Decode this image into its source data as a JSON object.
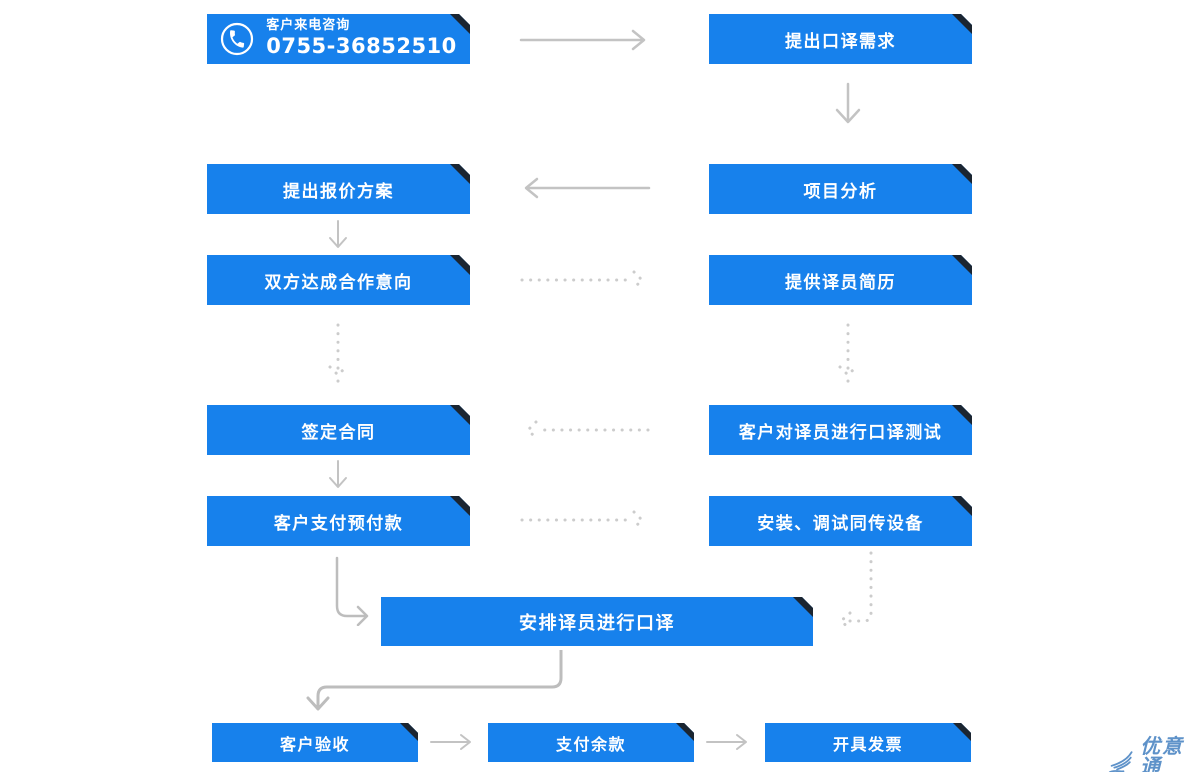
{
  "flow": {
    "contact": {
      "caption": "客户来电咨询",
      "phone": "0755-36852510"
    },
    "nodes": {
      "request": "提出口译需求",
      "quote": "提出报价方案",
      "analysis": "项目分析",
      "intent": "双方达成合作意向",
      "resume": "提供译员简历",
      "contract": "签定合同",
      "test": "客户对译员进行口译测试",
      "prepay": "客户支付预付款",
      "equipment": "安装、调试同传设备",
      "arrange": "安排译员进行口译",
      "acceptance": "客户验收",
      "balance": "支付余款",
      "invoice": "开具发票"
    },
    "logo_text": "优意通",
    "colors": {
      "box_blue": "#1781ec",
      "fold_dark": "#1b2531",
      "arrow_gray": "#c3c3c3",
      "logo_blue": "#5e92c9"
    }
  }
}
